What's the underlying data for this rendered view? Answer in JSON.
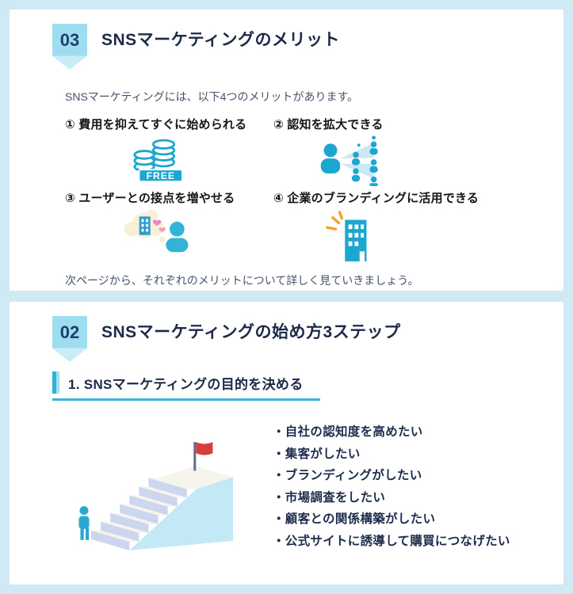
{
  "sections": {
    "merits": {
      "badge": "03",
      "title": "SNSマーケティングのメリット",
      "intro": "SNSマーケティングには、以下4つのメリットがあります。",
      "items": [
        {
          "label": "① 費用を抑えてすぐに始められる",
          "icon": "free-coins-icon"
        },
        {
          "label": "② 認知を拡大できる",
          "icon": "awareness-spread-icon"
        },
        {
          "label": "③ ユーザーとの接点を増やせる",
          "icon": "user-touchpoint-icon"
        },
        {
          "label": "④ 企業のブランディングに活用できる",
          "icon": "company-branding-icon"
        }
      ],
      "coins_free_label": "FREE",
      "footer": "次ページから、それぞれのメリットについて詳しく見ていきましょう。"
    },
    "steps": {
      "badge": "02",
      "title": "SNSマーケティングの始め方3ステップ",
      "step1_heading": "1. SNSマーケティングの目的を決める",
      "goals": [
        "・自社の認知度を高めたい",
        "・集客がしたい",
        "・ブランディングがしたい",
        "・市場調査をしたい",
        "・顧客との関係構築がしたい",
        "・公式サイトに誘導して購買につなげたい"
      ]
    }
  },
  "colors": {
    "page_bg": "#cfe9f5",
    "card_bg": "#ffffff",
    "accent_cyan": "#1ba7cf",
    "badge_blue": "#9edcf0",
    "title_navy": "#1d2a47",
    "body_text": "#46536b",
    "underline_cyan": "#36b6dc",
    "flag_red": "#d6403c",
    "sparkle_orange": "#f6a229",
    "heart_pink": "#ef82c3",
    "stair_tread": "#f6f4ec",
    "stair_riser": "#ccd6ee",
    "stair_side": "#c2e9f5"
  }
}
